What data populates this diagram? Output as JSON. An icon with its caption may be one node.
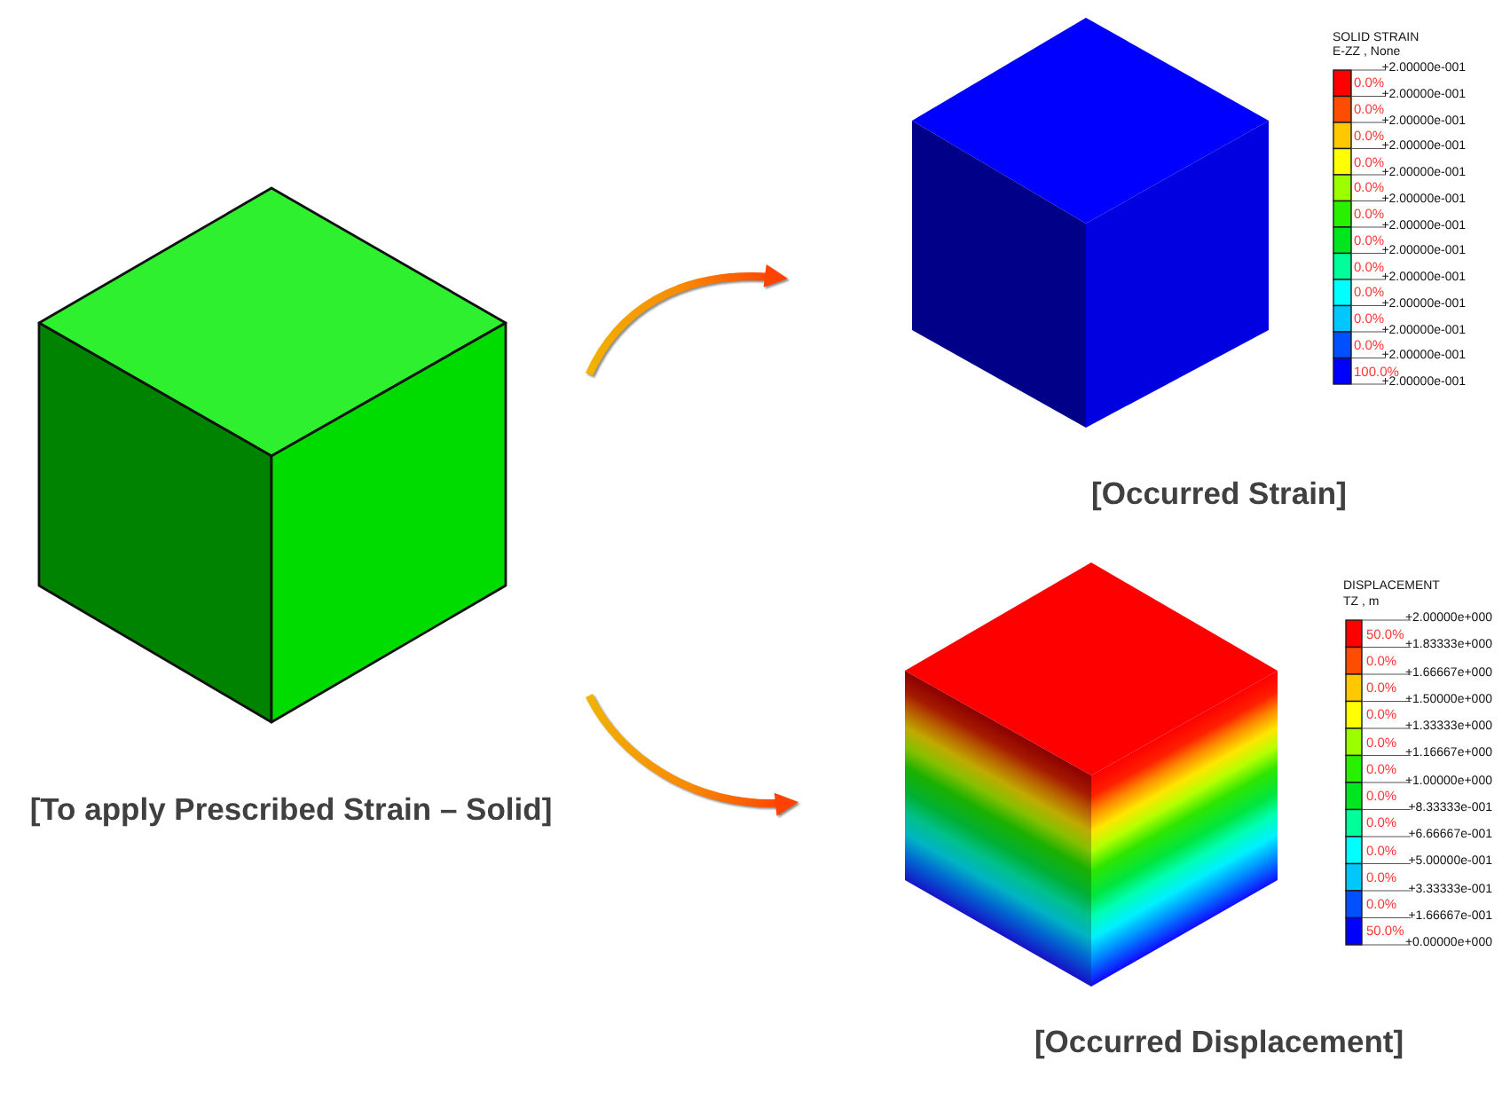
{
  "diagram": {
    "nodes": [
      {
        "text": [],
        "shape": "picture",
        "beside": [
          "[To apply Prescribed Strain – Solid]"
        ]
      },
      {
        "text": [],
        "shape": "picture",
        "beside": [
          "[Occurred Strain]"
        ]
      },
      {
        "text": [],
        "shape": "picture",
        "beside": [
          "[Occurred Displacement]"
        ]
      }
    ],
    "edges": [
      {
        "from": 0,
        "to": 1,
        "arrow": "to"
      },
      {
        "from": 0,
        "to": 2,
        "arrow": "to"
      }
    ],
    "labels": [
      "SOLID STRAIN",
      "E-ZZ , None",
      "+2.00000e-001",
      "+2.00000e-001",
      "+2.00000e-001",
      "+2.00000e-001",
      "+2.00000e-001",
      "+2.00000e-001",
      "+2.00000e-001",
      "+2.00000e-001",
      "+2.00000e-001",
      "+2.00000e-001",
      "+2.00000e-001",
      "+2.00000e-001",
      "+2.00000e-001",
      "DISPLACEMENT",
      "TZ , m",
      "+2.00000e+000",
      "+1.83333e+000",
      "+1.66667e+000",
      "+1.50000e+000",
      "+1.33333e+000",
      "+1.16667e+000",
      "+1.00000e+000",
      "+8.33333e-001",
      "+6.66667e-001",
      "+5.00000e-001",
      "+3.33333e-001",
      "+1.66667e-001",
      "+0.00000e+000"
    ],
    "legend": [
      {
        "text": "0.0%",
        "color": "#ff0000"
      },
      {
        "text": "0.0%",
        "color": "#ff4d00"
      },
      {
        "text": "0.0%",
        "color": "#ffc800"
      },
      {
        "text": "0.0%",
        "color": "#ffff00"
      },
      {
        "text": "0.0%",
        "color": "#9bff00"
      },
      {
        "text": "0.0%",
        "color": "#28f000"
      },
      {
        "text": "0.0%",
        "color": "#00e61e"
      },
      {
        "text": "0.0%",
        "color": "#00ff9b"
      },
      {
        "text": "0.0%",
        "color": "#00ffff"
      },
      {
        "text": "0.0%",
        "color": "#00c8ff"
      },
      {
        "text": "0.0%",
        "color": "#0050ff"
      },
      {
        "text": "100.0%",
        "color": "#0000ff"
      },
      {
        "text": "50.0%",
        "color": "#ff0000"
      },
      {
        "text": "0.0%",
        "color": "#ff4d00"
      },
      {
        "text": "0.0%",
        "color": "#ffc800"
      },
      {
        "text": "0.0%",
        "color": "#ffff00"
      },
      {
        "text": "0.0%",
        "color": "#9bff00"
      },
      {
        "text": "0.0%",
        "color": "#28f000"
      },
      {
        "text": "0.0%",
        "color": "#00e61e"
      },
      {
        "text": "0.0%",
        "color": "#00ff9b"
      },
      {
        "text": "0.0%",
        "color": "#00ffff"
      },
      {
        "text": "0.0%",
        "color": "#00c8ff"
      },
      {
        "text": "0.0%",
        "color": "#0050ff"
      },
      {
        "text": "50.0%",
        "color": "#0000ff"
      }
    ]
  }
}
